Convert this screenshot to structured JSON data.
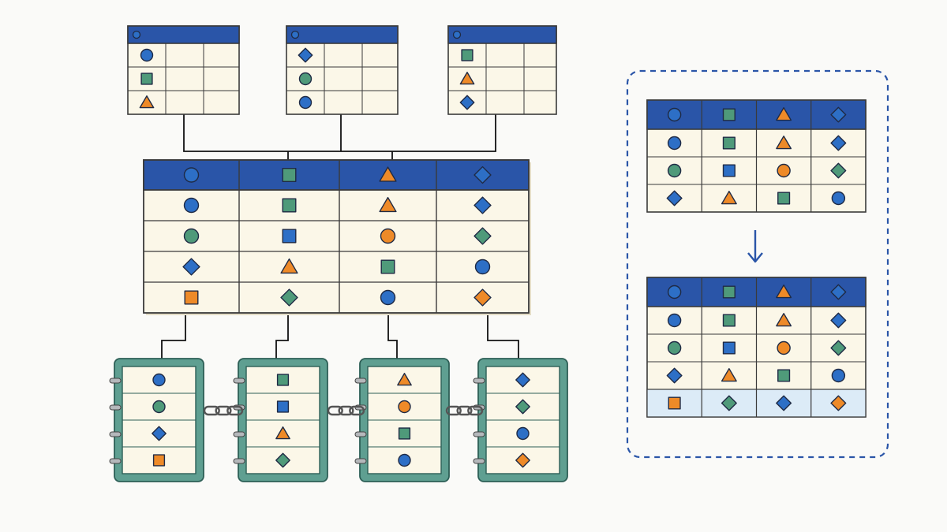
{
  "colors": {
    "background": "#fafaf8",
    "header_blue": "#2a55a8",
    "cell_cream": "#fbf7e8",
    "grid_line": "#3a3a3a",
    "binder_teal": "#5f9f91",
    "highlight_row": "#dcebf7",
    "dashed_frame": "#2a55a8",
    "shape_blue": "#2d6fc6",
    "shape_green": "#4f9a7a",
    "shape_orange": "#ee8a28"
  },
  "source_tables": [
    {
      "rows": [
        [
          "circle-blue"
        ],
        [
          "square-green"
        ],
        [
          "triangle-orange"
        ]
      ]
    },
    {
      "rows": [
        [
          "diamond-blue"
        ],
        [
          "circle-green"
        ],
        [
          "circle-blue"
        ]
      ]
    },
    {
      "rows": [
        [
          "square-green"
        ],
        [
          "triangle-orange"
        ],
        [
          "diamond-blue"
        ]
      ]
    }
  ],
  "main_table": {
    "columns": [
      "circle-blue",
      "square-green",
      "triangle-orange",
      "diamond-blue"
    ],
    "rows": [
      [
        "circle-blue",
        "square-green",
        "triangle-orange",
        "diamond-blue"
      ],
      [
        "circle-green",
        "square-blue",
        "circle-orange",
        "diamond-green"
      ],
      [
        "diamond-blue",
        "triangle-orange",
        "square-green",
        "circle-blue"
      ],
      [
        "square-orange",
        "diamond-green",
        "circle-blue",
        "diamond-orange"
      ]
    ]
  },
  "binders": [
    {
      "items": [
        "circle-blue",
        "circle-green",
        "diamond-blue",
        "square-orange"
      ]
    },
    {
      "items": [
        "square-green",
        "square-blue",
        "triangle-orange",
        "diamond-green"
      ]
    },
    {
      "items": [
        "triangle-orange",
        "circle-orange",
        "square-green",
        "circle-blue"
      ]
    },
    {
      "items": [
        "diamond-blue",
        "diamond-green",
        "circle-blue",
        "diamond-orange"
      ]
    }
  ],
  "panel": {
    "before_table": {
      "columns": [
        "circle-blue",
        "square-green",
        "triangle-orange",
        "diamond-blue"
      ],
      "rows": [
        [
          "circle-blue",
          "square-green",
          "triangle-orange",
          "diamond-blue"
        ],
        [
          "circle-green",
          "square-blue",
          "circle-orange",
          "diamond-green"
        ],
        [
          "diamond-blue",
          "triangle-orange",
          "square-green",
          "circle-blue"
        ]
      ]
    },
    "arrow_icon": "down-arrow-icon",
    "after_table": {
      "columns": [
        "circle-blue",
        "square-green",
        "triangle-orange",
        "diamond-blue"
      ],
      "rows": [
        [
          "circle-blue",
          "square-green",
          "triangle-orange",
          "diamond-blue"
        ],
        [
          "circle-green",
          "square-blue",
          "circle-orange",
          "diamond-green"
        ],
        [
          "diamond-blue",
          "triangle-orange",
          "square-green",
          "circle-blue"
        ],
        [
          "square-orange",
          "diamond-green",
          "diamond-blue",
          "diamond-orange"
        ]
      ],
      "highlighted_row": 3
    }
  }
}
